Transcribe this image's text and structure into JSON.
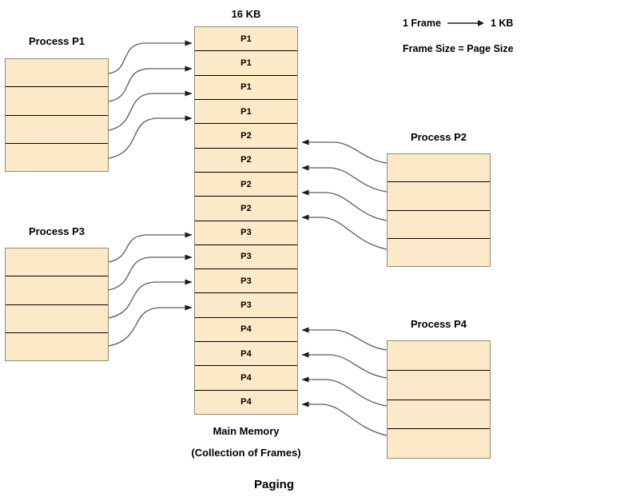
{
  "diagram": {
    "title": "Paging",
    "memory": {
      "capacity_label": "16 KB",
      "name_label": "Main Memory",
      "sub_label": "(Collection of Frames)",
      "frames": [
        {
          "label": "P1"
        },
        {
          "label": "P1"
        },
        {
          "label": "P1"
        },
        {
          "label": "P1"
        },
        {
          "label": "P2"
        },
        {
          "label": "P2"
        },
        {
          "label": "P2"
        },
        {
          "label": "P2"
        },
        {
          "label": "P3"
        },
        {
          "label": "P3"
        },
        {
          "label": "P3"
        },
        {
          "label": "P3"
        },
        {
          "label": "P4"
        },
        {
          "label": "P4"
        },
        {
          "label": "P4"
        },
        {
          "label": "P4"
        }
      ]
    },
    "legend": {
      "frame_term": "1 Frame",
      "arrow_glyph": "⟶",
      "frame_size": "1 KB",
      "equivalence": "Frame Size = Page Size"
    },
    "processes": [
      {
        "id": "p1",
        "label": "Process P1",
        "page_count": 4
      },
      {
        "id": "p2",
        "label": "Process P2",
        "page_count": 4
      },
      {
        "id": "p3",
        "label": "Process P3",
        "page_count": 4
      },
      {
        "id": "p4",
        "label": "Process P4",
        "page_count": 4
      }
    ],
    "colors": {
      "fill": "#fce9c8",
      "stroke": "#000000",
      "box_border": "#8c8c73",
      "arrow": "#4d4d4d",
      "background": "#ffffff"
    }
  }
}
